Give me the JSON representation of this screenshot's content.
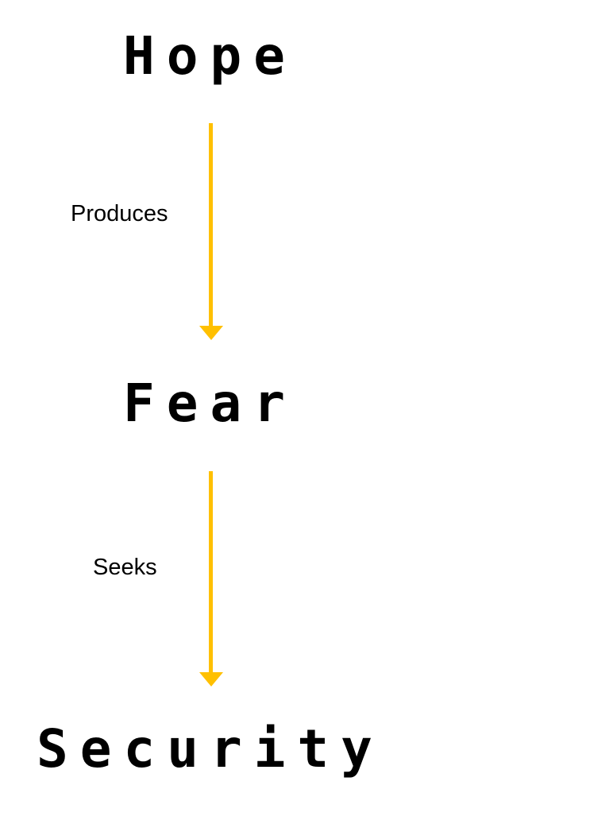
{
  "nodes": [
    "Hope",
    "Fear",
    "Security"
  ],
  "edges": [
    {
      "from": "Hope",
      "to": "Fear",
      "label": "Produces"
    },
    {
      "from": "Fear",
      "to": "Security",
      "label": "Seeks"
    }
  ],
  "colors": {
    "arrow": "#FFC000",
    "text": "#000000"
  }
}
